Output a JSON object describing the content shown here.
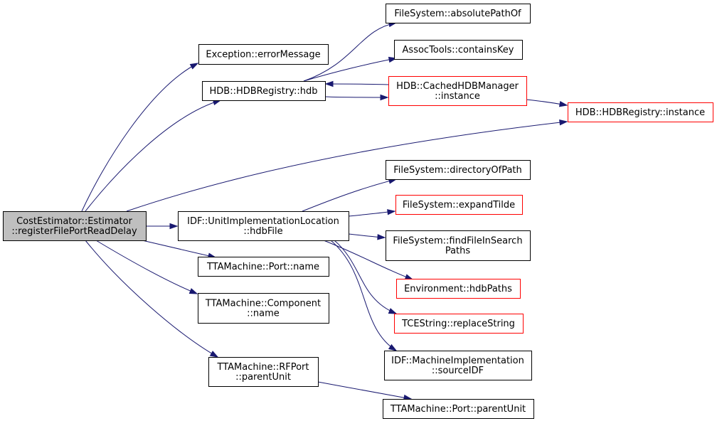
{
  "colors": {
    "edge": "#191970",
    "border_normal": "#000000",
    "border_truncated": "#ff0000",
    "root_fill": "#bfbfbf",
    "node_fill": "#ffffff"
  },
  "nodes": [
    {
      "id": "root",
      "lines": [
        "CostEstimator::Estimator",
        "::registerFilePortReadDelay"
      ],
      "style": "root"
    },
    {
      "id": "errorMessage",
      "lines": [
        "Exception::errorMessage"
      ],
      "style": "normal"
    },
    {
      "id": "hdbRegistryHdb",
      "lines": [
        "HDB::HDBRegistry::hdb"
      ],
      "style": "normal"
    },
    {
      "id": "absolutePathOf",
      "lines": [
        "FileSystem::absolutePathOf"
      ],
      "style": "normal"
    },
    {
      "id": "containsKey",
      "lines": [
        "AssocTools::containsKey"
      ],
      "style": "normal"
    },
    {
      "id": "cachedInstance",
      "lines": [
        "HDB::CachedHDBManager",
        "::instance"
      ],
      "style": "truncated"
    },
    {
      "id": "registryInstance",
      "lines": [
        "HDB::HDBRegistry::instance"
      ],
      "style": "truncated"
    },
    {
      "id": "directoryOfPath",
      "lines": [
        "FileSystem::directoryOfPath"
      ],
      "style": "normal"
    },
    {
      "id": "expandTilde",
      "lines": [
        "FileSystem::expandTilde"
      ],
      "style": "truncated"
    },
    {
      "id": "findFileInSearchPaths",
      "lines": [
        "FileSystem::findFileInSearch",
        "Paths"
      ],
      "style": "normal"
    },
    {
      "id": "hdbPaths",
      "lines": [
        "Environment::hdbPaths"
      ],
      "style": "truncated"
    },
    {
      "id": "replaceString",
      "lines": [
        "TCEString::replaceString"
      ],
      "style": "truncated"
    },
    {
      "id": "sourceIDF",
      "lines": [
        "IDF::MachineImplementation",
        "::sourceIDF"
      ],
      "style": "normal"
    },
    {
      "id": "hdbFile",
      "lines": [
        "IDF::UnitImplementationLocation",
        "::hdbFile"
      ],
      "style": "normal"
    },
    {
      "id": "portName",
      "lines": [
        "TTAMachine::Port::name"
      ],
      "style": "normal"
    },
    {
      "id": "componentName",
      "lines": [
        "TTAMachine::Component",
        "::name"
      ],
      "style": "normal"
    },
    {
      "id": "rfPortParentUnit",
      "lines": [
        "TTAMachine::RFPort",
        "::parentUnit"
      ],
      "style": "normal"
    },
    {
      "id": "portParentUnit",
      "lines": [
        "TTAMachine::Port::parentUnit"
      ],
      "style": "normal"
    }
  ],
  "edges": [
    {
      "from": "root",
      "to": "errorMessage"
    },
    {
      "from": "root",
      "to": "hdbRegistryHdb"
    },
    {
      "from": "root",
      "to": "registryInstance"
    },
    {
      "from": "root",
      "to": "hdbFile"
    },
    {
      "from": "root",
      "to": "portName"
    },
    {
      "from": "root",
      "to": "componentName"
    },
    {
      "from": "root",
      "to": "rfPortParentUnit"
    },
    {
      "from": "hdbRegistryHdb",
      "to": "absolutePathOf"
    },
    {
      "from": "hdbRegistryHdb",
      "to": "containsKey"
    },
    {
      "from": "hdbRegistryHdb",
      "to": "cachedInstance"
    },
    {
      "from": "cachedInstance",
      "to": "hdbRegistryHdb"
    },
    {
      "from": "cachedInstance",
      "to": "registryInstance"
    },
    {
      "from": "hdbFile",
      "to": "directoryOfPath"
    },
    {
      "from": "hdbFile",
      "to": "expandTilde"
    },
    {
      "from": "hdbFile",
      "to": "findFileInSearchPaths"
    },
    {
      "from": "hdbFile",
      "to": "hdbPaths"
    },
    {
      "from": "hdbFile",
      "to": "replaceString"
    },
    {
      "from": "hdbFile",
      "to": "sourceIDF"
    },
    {
      "from": "rfPortParentUnit",
      "to": "portParentUnit"
    }
  ]
}
